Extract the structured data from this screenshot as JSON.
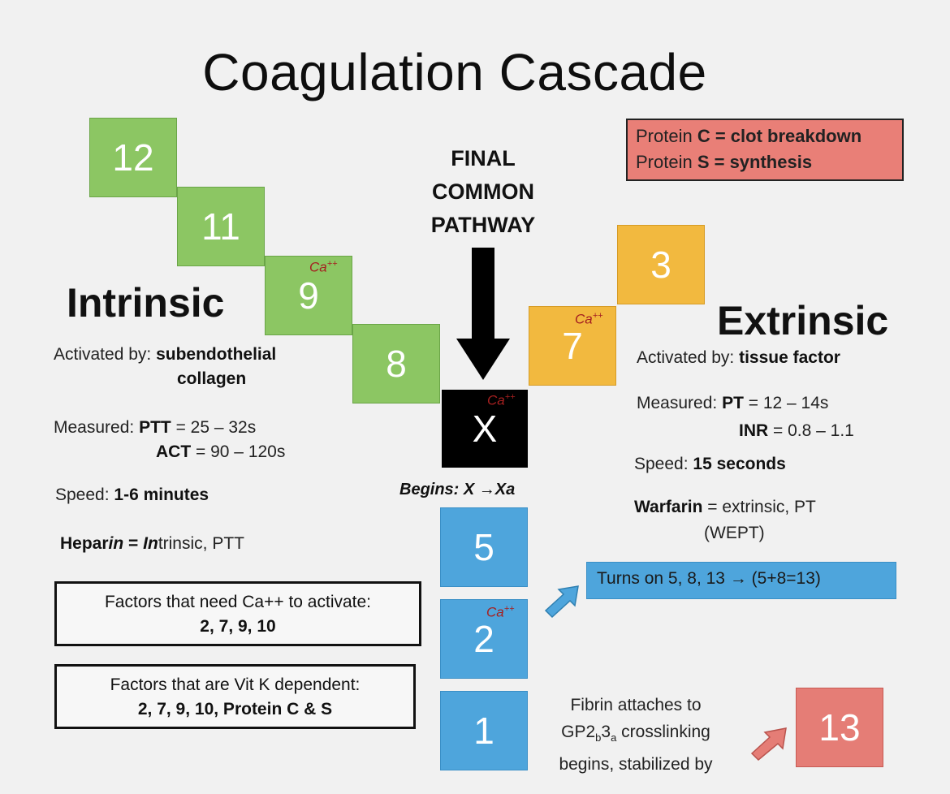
{
  "title": "Coagulation Cascade",
  "intrinsic": {
    "heading": "Intrinsic",
    "factors": [
      "12",
      "11",
      "9",
      "8"
    ],
    "ca_label": "Ca",
    "ca_sup": "++",
    "activated_prefix": "Activated by:",
    "activated_value_1": "subendothelial",
    "activated_value_2": "collagen",
    "measured_prefix": "Measured:",
    "ptt_label": "PTT",
    "ptt_value": "= 25 – 32s",
    "act_label": "ACT",
    "act_value": "= 90 – 120s",
    "speed_prefix": "Speed:",
    "speed_value": "1-6 minutes",
    "heparin_1": "Hepar",
    "heparin_2": "in",
    "heparin_3": " = ",
    "heparin_4": "In",
    "heparin_5": "trinsic, PTT"
  },
  "extrinsic": {
    "heading": "Extrinsic",
    "factors": [
      "3",
      "7"
    ],
    "activated_prefix": "Activated by:",
    "activated_value": "tissue factor",
    "measured_prefix": "Measured:",
    "pt_label": "PT",
    "pt_value": "= 12 – 14s",
    "inr_label": "INR",
    "inr_value": "= 0.8 – 1.1",
    "speed_prefix": "Speed:",
    "speed_value": "15 seconds",
    "warfarin_label": "Warfarin",
    "warfarin_value": "= extrinsic, PT",
    "wept": "(WEPT)"
  },
  "common": {
    "heading_lines": [
      "FINAL",
      "COMMON",
      "PATHWAY"
    ],
    "factor_x": "X",
    "begins_label": "Begins: X →Xa",
    "factors": [
      "5",
      "2",
      "1"
    ],
    "turns_on": "Turns on 5, 8, 13 → (5+8=13)",
    "fibrin_1": "Fibrin attaches to",
    "fibrin_2a": "GP2",
    "fibrin_2b": "b",
    "fibrin_2c": "3",
    "fibrin_2d": "a",
    "fibrin_2e": " crosslinking",
    "fibrin_3": "begins, stabilized by",
    "factor_13": "13"
  },
  "protein": {
    "line1_prefix": "Protein ",
    "line1_bold": "C = clot breakdown",
    "line2_prefix": "Protein ",
    "line2_bold": "S = synthesis"
  },
  "ca_box": {
    "line1": "Factors that need Ca++ to activate:",
    "line2": "2,  7, 9, 10"
  },
  "vitk_box": {
    "line1": "Factors that are Vit K dependent:",
    "line2": "2, 7, 9, 10, Protein C & S"
  },
  "colors": {
    "intrinsic_green": "#8cc663",
    "extrinsic_yellow": "#f2b93f",
    "common_blue": "#4ea5dc",
    "factor_x_black": "#000000",
    "factor_13_red": "#e57d76",
    "protein_red": "#e97f77"
  },
  "icons": [
    "down-arrow-icon",
    "up-right-arrow-icon"
  ]
}
